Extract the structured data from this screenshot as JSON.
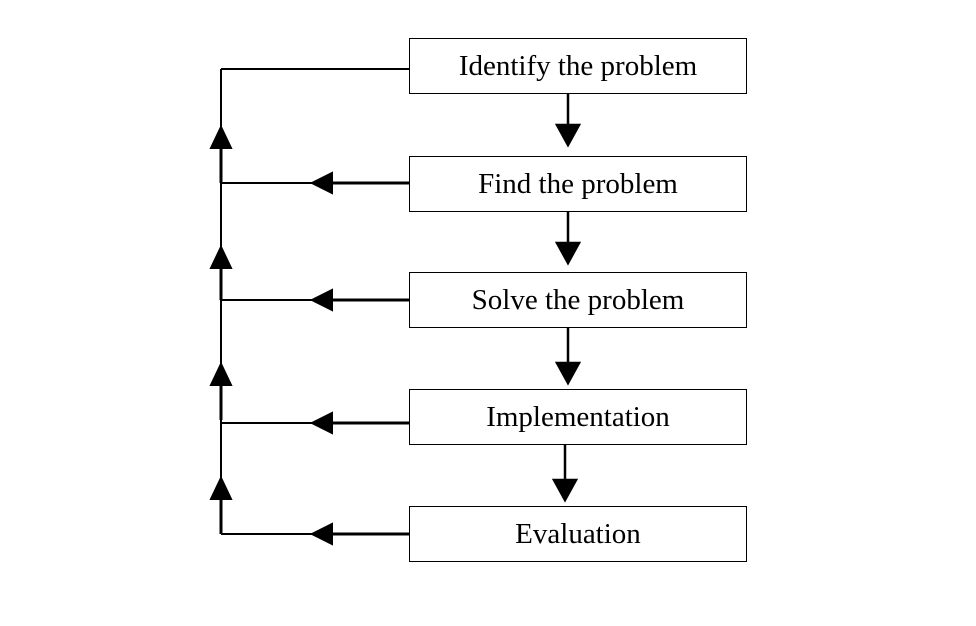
{
  "diagram": {
    "steps": [
      {
        "label": "Identify the problem"
      },
      {
        "label": "Find the problem"
      },
      {
        "label": "Solve the problem"
      },
      {
        "label": "Implementation"
      },
      {
        "label": "Evaluation"
      }
    ]
  },
  "colors": {
    "stroke": "#000000",
    "background": "#ffffff"
  }
}
